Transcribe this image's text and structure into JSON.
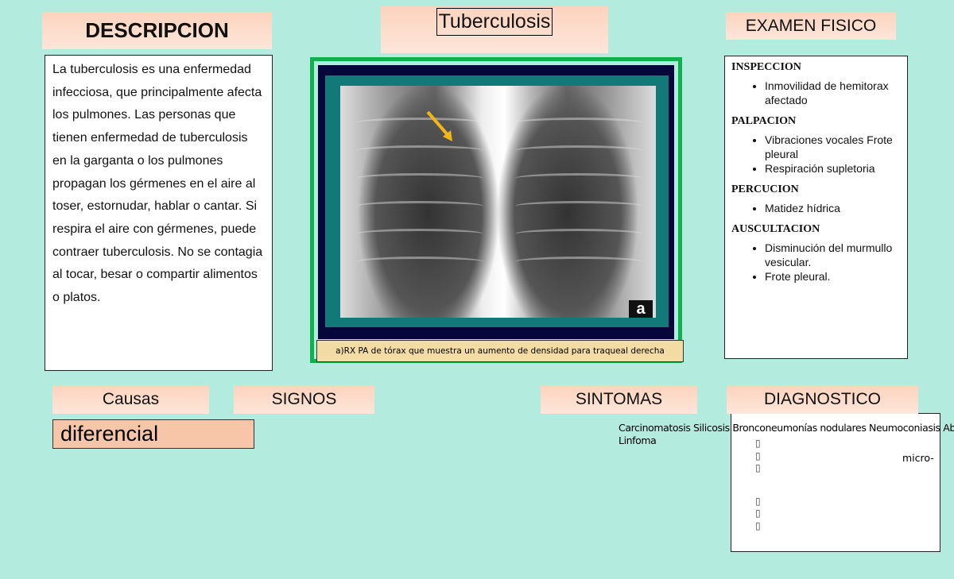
{
  "descripcion": {
    "title": "DESCRIPCION",
    "text": "La tuberculosis es una enfermedad infecciosa, que principalmente afecta los pulmones. Las personas que tienen enfermedad de tuberculosis en la garganta o los pulmones propagan los gérmenes en el aire al toser, estornudar, hablar o cantar. Si respira el aire con gérmenes, puede contraer tuberculosis. No se contagia al tocar, besar o compartir alimentos o platos."
  },
  "title": "Tuberculosis",
  "figure": {
    "label": "a",
    "caption": "a)RX PA de tórax que muestra un aumento de densidad para traqueal derecha"
  },
  "examen": {
    "title": "EXAMEN FISICO",
    "sections": [
      {
        "heading": "INSPECCION",
        "items": [
          "Inmovilidad de hemitorax afectado"
        ]
      },
      {
        "heading": "PALPACION",
        "items": [
          "Vibraciones vocales Frote pleural",
          "Respiración supletoria"
        ]
      },
      {
        "heading": "PERCUCION",
        "items": [
          "Matidez hídrica"
        ]
      },
      {
        "heading": "AUSCULTACION",
        "items": [
          "Disminución del murmullo vesicular.",
          "Frote pleural."
        ]
      }
    ]
  },
  "bottom": {
    "causas": "Causas",
    "signos": "SIGNOS",
    "sintomas": "SINTOMAS",
    "diagnostico": "DIAGNOSTICO",
    "diferencial": "diferencial",
    "diferencial_text_line1": "Carcinomatosis Silicosis Bronconeumonías nodulares Neumoconiasis Absc",
    "diferencial_text_line2": "Linfoma",
    "micro": "micro-",
    "glyph": "▯"
  },
  "colors": {
    "background": "#b3ebdf",
    "header": "#fcd3bd",
    "frame": "#10b04e"
  }
}
